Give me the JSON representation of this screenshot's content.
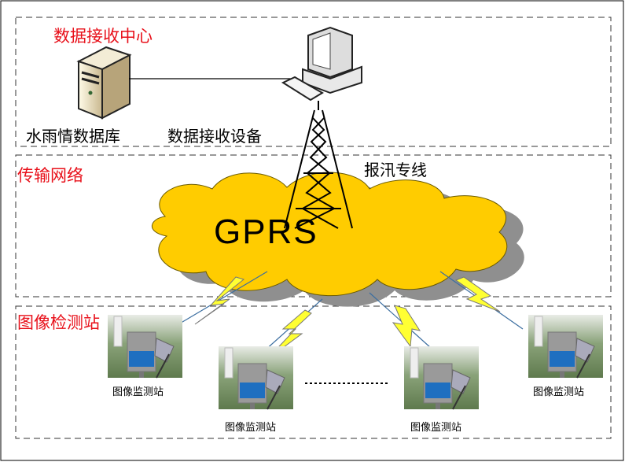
{
  "sections": {
    "center": {
      "title": "数据接收中心",
      "database_label": "水雨情数据库",
      "receiver_label": "数据接收设备"
    },
    "network": {
      "title": "传输网络",
      "line_label": "报汛专线",
      "cloud_label": "GPRS"
    },
    "stations": {
      "title": "图像检测站",
      "items": [
        "图像监测站",
        "图像监测站",
        "图像监测站",
        "图像监测站"
      ]
    }
  },
  "colors": {
    "section_title": "#e8101a",
    "cloud": "#ffcc00",
    "bolt": "#ffff33"
  }
}
